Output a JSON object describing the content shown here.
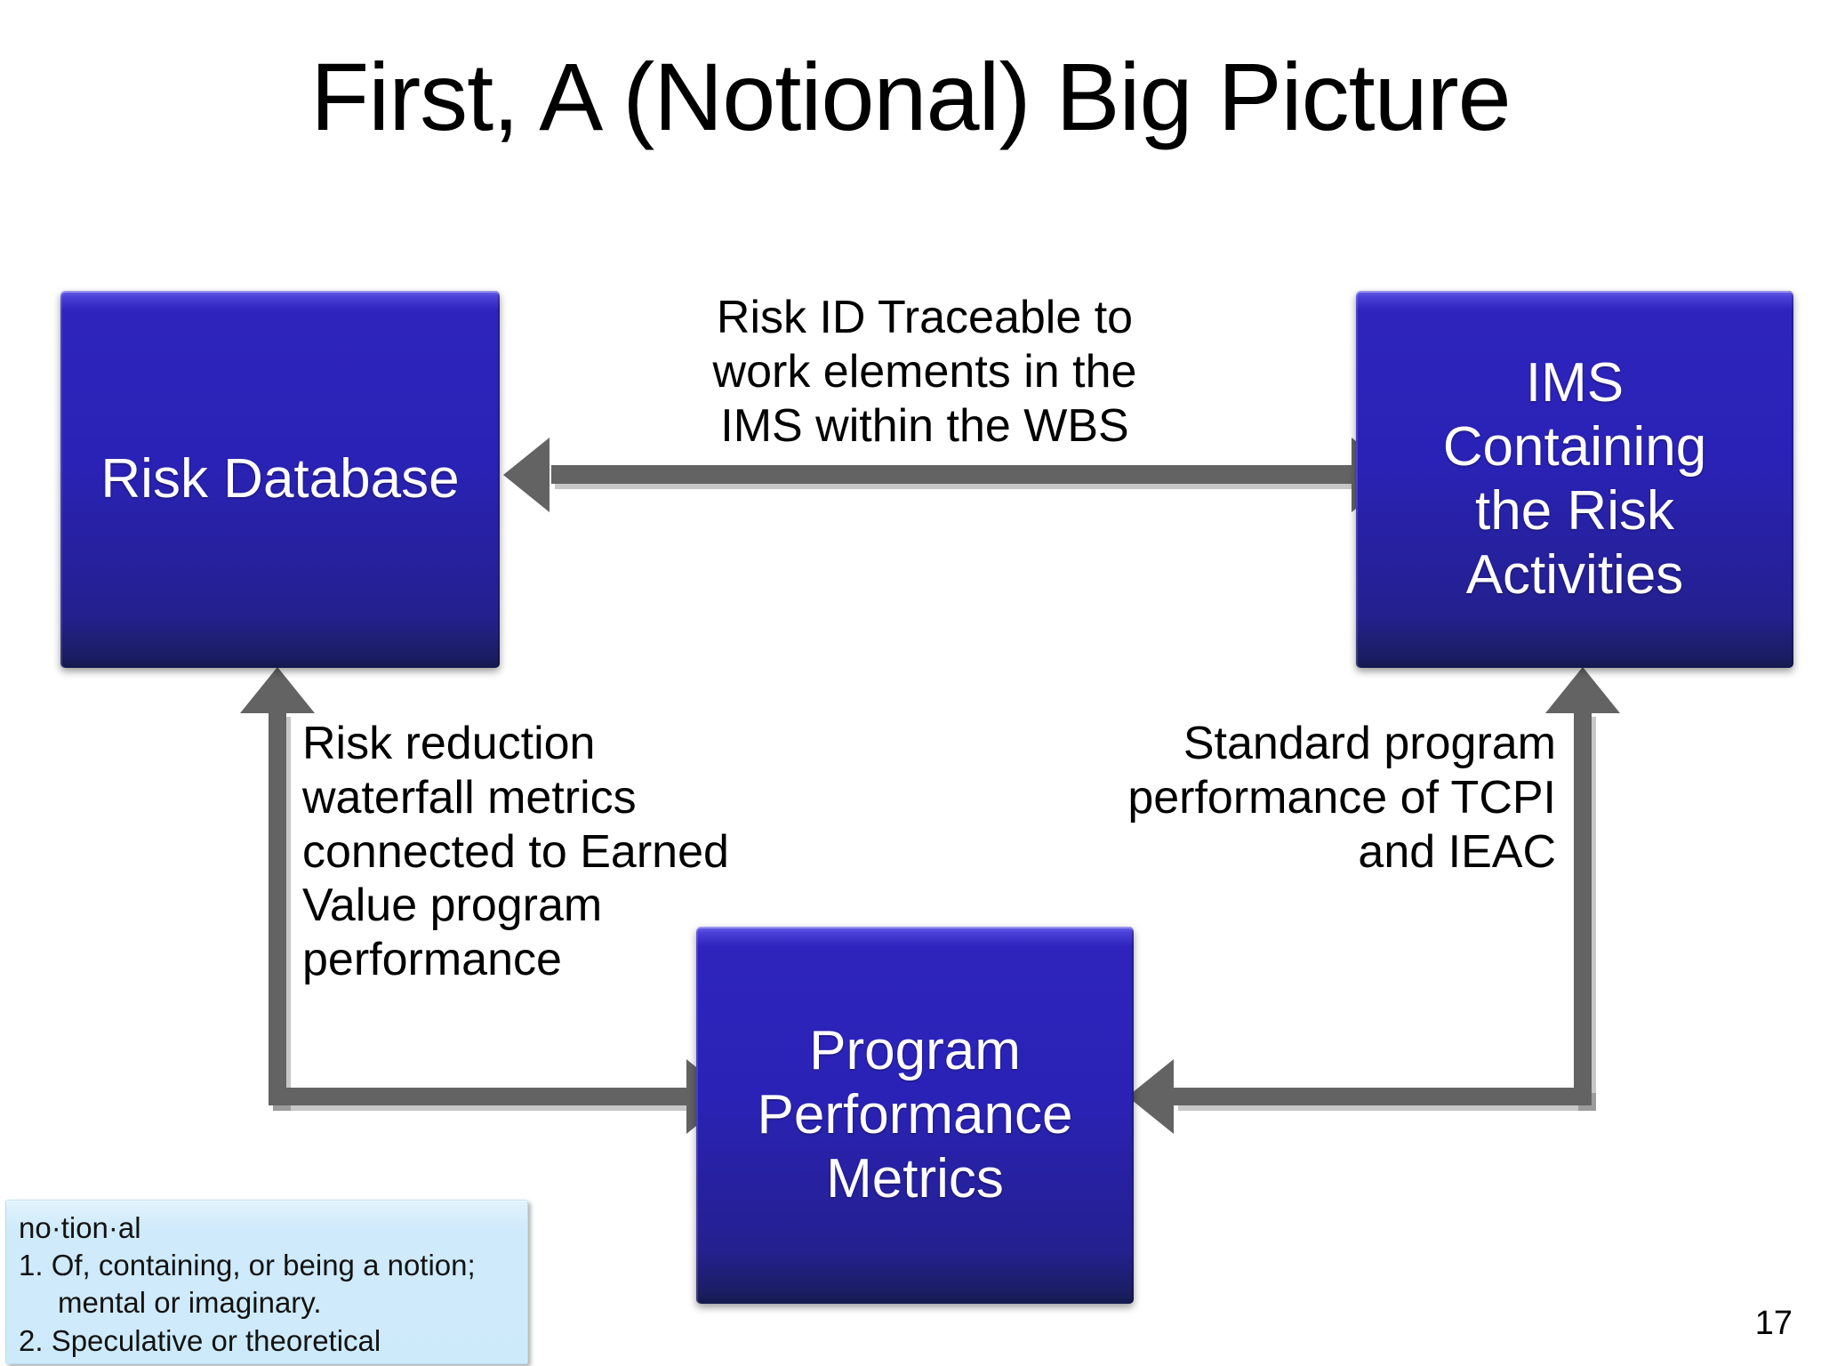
{
  "slide": {
    "title": "First, A (Notional) Big Picture",
    "page_number": "17"
  },
  "colors": {
    "box_fill_top": "#4a40d8",
    "box_fill_mid": "#2a22b6",
    "box_fill_bottom": "#1b1d63",
    "box_text": "#ffffff",
    "arrow": "#636363",
    "callout_fill": "#cdeafb",
    "callout_border": "#b9dff5",
    "background": "#ffffff",
    "body_text": "#000000"
  },
  "boxes": {
    "risk_database": {
      "label": "Risk Database"
    },
    "ims": {
      "label": "IMS\nContaining\nthe Risk\nActivities"
    },
    "program_performance_metrics": {
      "label": "Program\nPerformance\nMetrics"
    }
  },
  "annotations": {
    "traceable": "Risk ID Traceable to\nwork elements in the\nIMS within the WBS",
    "waterfall": "Risk reduction\nwaterfall metrics\nconnected to Earned\nValue program\nperformance",
    "standard": "Standard program\nperformance of TCPI\nand IEAC"
  },
  "definition": {
    "headword": "no·tion·al",
    "sense_1": "1. Of, containing, or being a notion;",
    "sense_1_cont": "mental or imaginary.",
    "sense_2": "2. Speculative or theoretical"
  }
}
